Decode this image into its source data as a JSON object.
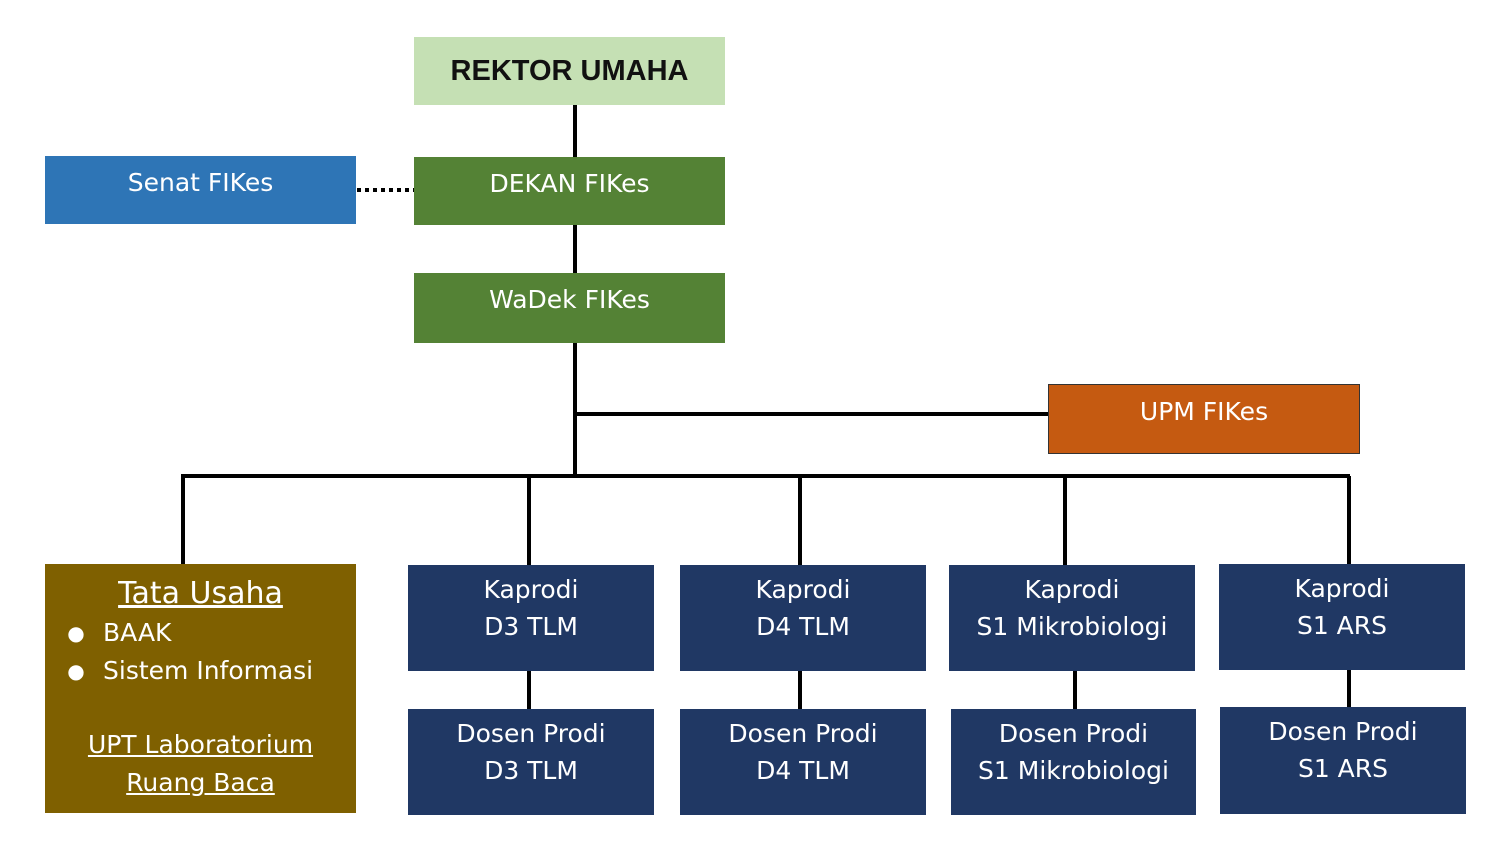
{
  "rektor": {
    "label": "REKTOR UMAHA"
  },
  "senat": {
    "label": "Senat FIKes"
  },
  "dekan": {
    "label": "DEKAN FIKes"
  },
  "wadek": {
    "label": "WaDek FIKes"
  },
  "upm": {
    "label": "UPM FIKes"
  },
  "tata_usaha": {
    "title": "Tata Usaha",
    "items": [
      "BAAK",
      "Sistem Informasi"
    ],
    "links": [
      "UPT Laboratorium",
      "Ruang Baca"
    ]
  },
  "kaprodi": [
    {
      "line1": "Kaprodi",
      "line2": "D3 TLM"
    },
    {
      "line1": "Kaprodi",
      "line2": "D4 TLM"
    },
    {
      "line1": "Kaprodi",
      "line2": "S1 Mikrobiologi"
    },
    {
      "line1": "Kaprodi",
      "line2": "S1 ARS"
    }
  ],
  "dosen": [
    {
      "line1": "Dosen Prodi",
      "line2": "D3 TLM"
    },
    {
      "line1": "Dosen Prodi",
      "line2": "D4 TLM"
    },
    {
      "line1": "Dosen Prodi",
      "line2": "S1 Mikrobiologi"
    },
    {
      "line1": "Dosen Prodi",
      "line2": "S1 ARS"
    }
  ],
  "colors": {
    "rektor": "#c5e0b4",
    "senat": "#2e75b6",
    "dekan": "#548235",
    "upm": "#c55a11",
    "prodi": "#203864",
    "tata_usaha": "#7f6000",
    "connector": "#000000"
  }
}
